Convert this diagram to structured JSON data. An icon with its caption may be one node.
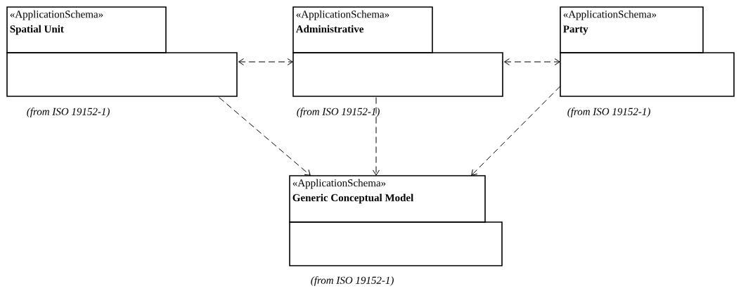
{
  "diagram": {
    "nodes": [
      {
        "text": [
          "«ApplicationSchema»",
          "Spatial Unit"
        ],
        "beside": [
          "(from ISO 19152-1)"
        ]
      },
      {
        "text": [
          "«ApplicationSchema»",
          "Administrative"
        ],
        "beside": [
          "(from ISO 19152-1)"
        ]
      },
      {
        "text": [
          "«ApplicationSchema»",
          "Party"
        ],
        "beside": [
          "(from ISO 19152-1)"
        ]
      },
      {
        "text": [
          "«ApplicationSchema»",
          "Generic Conceptual Model"
        ],
        "beside": [
          "(from ISO 19152-1)"
        ]
      }
    ],
    "edges": [
      {
        "from": 0,
        "to": 1,
        "arrow": "both",
        "style": "dashed"
      },
      {
        "from": 1,
        "to": 2,
        "arrow": "both",
        "style": "dashed"
      },
      {
        "from": 0,
        "to": 3,
        "arrow": "to",
        "style": "dashed"
      },
      {
        "from": 1,
        "to": 3,
        "arrow": "to",
        "style": "dashed"
      },
      {
        "from": 2,
        "to": 3,
        "arrow": "to",
        "style": "dashed"
      }
    ]
  }
}
